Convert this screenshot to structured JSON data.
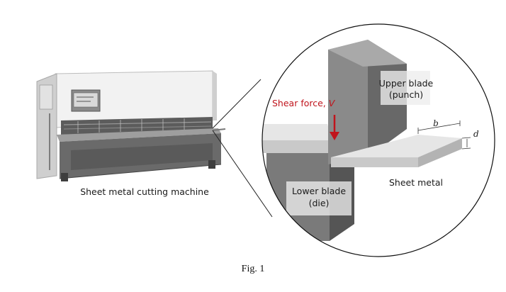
{
  "labels": {
    "machine": "Sheet metal cutting machine",
    "shear_force_text": "Shear force, ",
    "shear_force_symbol": "V",
    "upper_blade_line1": "Upper blade",
    "upper_blade_line2": "(punch)",
    "lower_blade_line1": "Lower blade",
    "lower_blade_line2": "(die)",
    "sheet_metal": "Sheet metal",
    "dim_b": "b",
    "dim_d": "d"
  },
  "caption": "Fig. 1",
  "colors": {
    "shear_arrow": "#c0141c",
    "blade_dark": "#6f6f6f",
    "blade_light": "#9a9a9a",
    "sheet_top": "#e6e6e6",
    "sheet_side": "#c7c7c7"
  }
}
